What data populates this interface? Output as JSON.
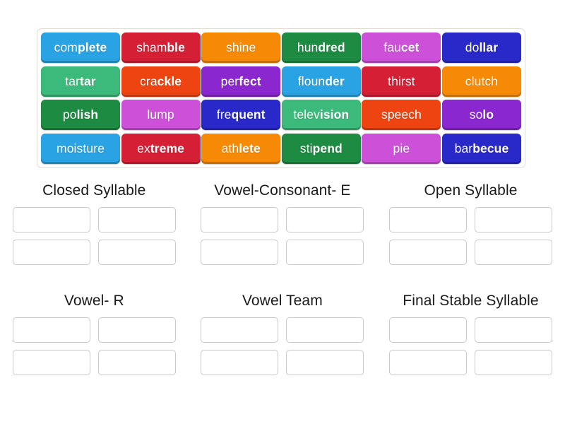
{
  "word_bank": {
    "rows": [
      [
        {
          "word": "complete",
          "plain": "com",
          "bold": "plete",
          "color": "#29a3e3"
        },
        {
          "word": "shamble",
          "plain": "sham",
          "bold": "ble",
          "color": "#d51f35"
        },
        {
          "word": "shine",
          "plain": "shine",
          "bold": "",
          "color": "#f68a06"
        },
        {
          "word": "hundred",
          "plain": "hun",
          "bold": "dred",
          "color": "#1e8b42"
        },
        {
          "word": "faucet",
          "plain": "fau",
          "bold": "cet",
          "color": "#cd51d8"
        },
        {
          "word": "dollar",
          "plain": "do",
          "bold": "llar",
          "color": "#2929c9"
        }
      ],
      [
        {
          "word": "tartar",
          "plain": "tar",
          "bold": "tar",
          "color": "#3cba7c"
        },
        {
          "word": "crackle",
          "plain": "cra",
          "bold": "ckle",
          "color": "#ee4412"
        },
        {
          "word": "perfect",
          "plain": "per",
          "bold": "fect",
          "color": "#8b27cf"
        },
        {
          "word": "flounder",
          "plain": "floun",
          "bold": "der",
          "color": "#29a3e3"
        },
        {
          "word": "thirst",
          "plain": "thirst",
          "bold": "",
          "color": "#d51f35"
        },
        {
          "word": "clutch",
          "plain": "clutch",
          "bold": "",
          "color": "#f68a06"
        }
      ],
      [
        {
          "word": "polish",
          "plain": "po",
          "bold": "lish",
          "color": "#1e8b42"
        },
        {
          "word": "lump",
          "plain": "lump",
          "bold": "",
          "color": "#cd51d8"
        },
        {
          "word": "frequent",
          "plain": "fre",
          "bold": "quent",
          "color": "#2929c9"
        },
        {
          "word": "television",
          "plain": "telev",
          "bold": "ision",
          "color": "#3cba7c"
        },
        {
          "word": "speech",
          "plain": "speech",
          "bold": "",
          "color": "#ee4412"
        },
        {
          "word": "solo",
          "plain": "so",
          "bold": "lo",
          "color": "#8b27cf"
        }
      ],
      [
        {
          "word": "moisture",
          "plain": "moisture",
          "bold": "",
          "color": "#29a3e3"
        },
        {
          "word": "extreme",
          "plain": "ex",
          "bold": "treme",
          "color": "#d51f35"
        },
        {
          "word": "athlete",
          "plain": "ath",
          "bold": "lete",
          "color": "#f68a06"
        },
        {
          "word": "stipend",
          "plain": "sti",
          "bold": "pend",
          "color": "#1e8b42"
        },
        {
          "word": "pie",
          "plain": "pie",
          "bold": "",
          "color": "#cd51d8"
        },
        {
          "word": "barbecue",
          "plain": "bar",
          "bold": "becue",
          "color": "#2929c9"
        }
      ]
    ]
  },
  "categories": [
    {
      "title": "Closed Syllable",
      "slots": [
        "",
        "",
        "",
        ""
      ]
    },
    {
      "title": "Vowel-Consonant- E",
      "slots": [
        "",
        "",
        "",
        ""
      ]
    },
    {
      "title": "Open Syllable",
      "slots": [
        "",
        "",
        "",
        ""
      ]
    },
    {
      "title": "Vowel- R",
      "slots": [
        "",
        "",
        "",
        ""
      ]
    },
    {
      "title": "Vowel Team",
      "slots": [
        "",
        "",
        "",
        ""
      ]
    },
    {
      "title": "Final Stable Syllable",
      "slots": [
        "",
        "",
        "",
        ""
      ]
    }
  ]
}
